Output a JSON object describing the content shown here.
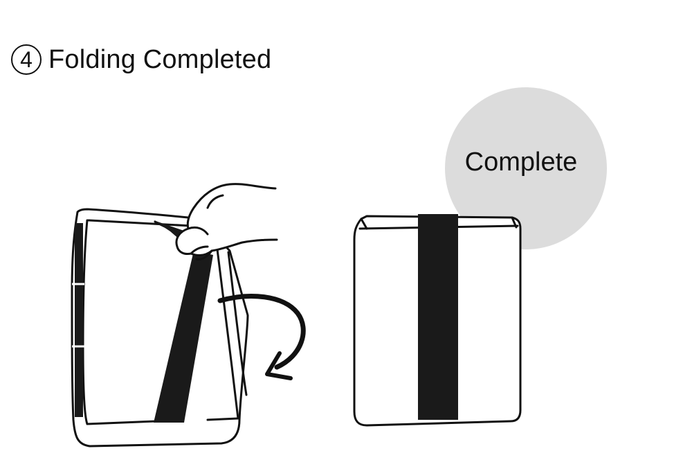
{
  "step": {
    "number": "4",
    "title": "Folding Completed"
  },
  "badge": {
    "label": "Complete",
    "color": "#dcdcdc"
  },
  "icons": {
    "folding_hand": "hand-icon",
    "fold_arrow": "curved-arrow-icon"
  },
  "colors": {
    "line": "#111111",
    "strap": "#1a1a1a",
    "background": "#ffffff"
  }
}
